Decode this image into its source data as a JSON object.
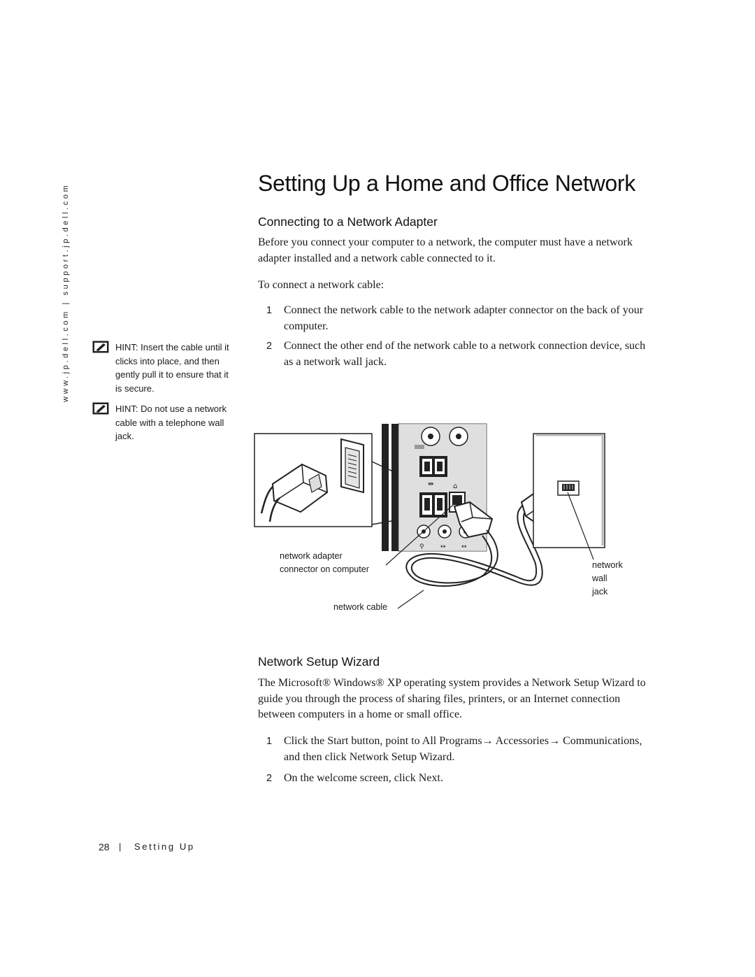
{
  "side_url": "www.jp.dell.com | support.jp.dell.com",
  "hints": [
    {
      "lead": "HINT:",
      "text": "Insert the cable until it clicks into place, and then gently pull it to ensure that it is secure."
    },
    {
      "lead": "HINT:",
      "text": "Do not use a network cable with a telephone wall jack."
    }
  ],
  "title": "Setting Up a Home and Office Network",
  "section1": {
    "heading": "Connecting to a Network Adapter",
    "intro": "Before you connect your computer to a network, the computer must have a network adapter installed and a network cable connected to it.",
    "lead": "To connect a network cable:",
    "steps": [
      {
        "num": "1",
        "text": "Connect the network cable to the network adapter connector on the back of your computer."
      },
      {
        "num": "2",
        "text": "Connect the other end of the network cable to a network connection device, such as a network wall jack."
      }
    ]
  },
  "figure": {
    "callout_adapter": "network adapter\nconnector on computer",
    "callout_jack": "network\nwall jack",
    "callout_cable": "network cable"
  },
  "section2": {
    "heading": "Network Setup Wizard",
    "intro": "The Microsoft® Windows® XP operating system provides a Network Setup Wizard to guide you through the process of sharing files, printers, or an Internet connection between computers in a home or small office.",
    "steps": [
      {
        "num": "1",
        "text": "Click the Start button, point to All Programs→ Accessories→ Communications, and then click Network Setup Wizard."
      },
      {
        "num": "2",
        "text": "On the welcome screen, click Next."
      }
    ]
  },
  "footer": {
    "page_number": "28",
    "separator": "|",
    "section": "Setting Up"
  },
  "icons": {
    "hint": "note-pencil-icon",
    "usb": "usb-icon",
    "network": "network-icon",
    "mouse": "mouse-icon",
    "keyboard": "keyboard-icon"
  }
}
